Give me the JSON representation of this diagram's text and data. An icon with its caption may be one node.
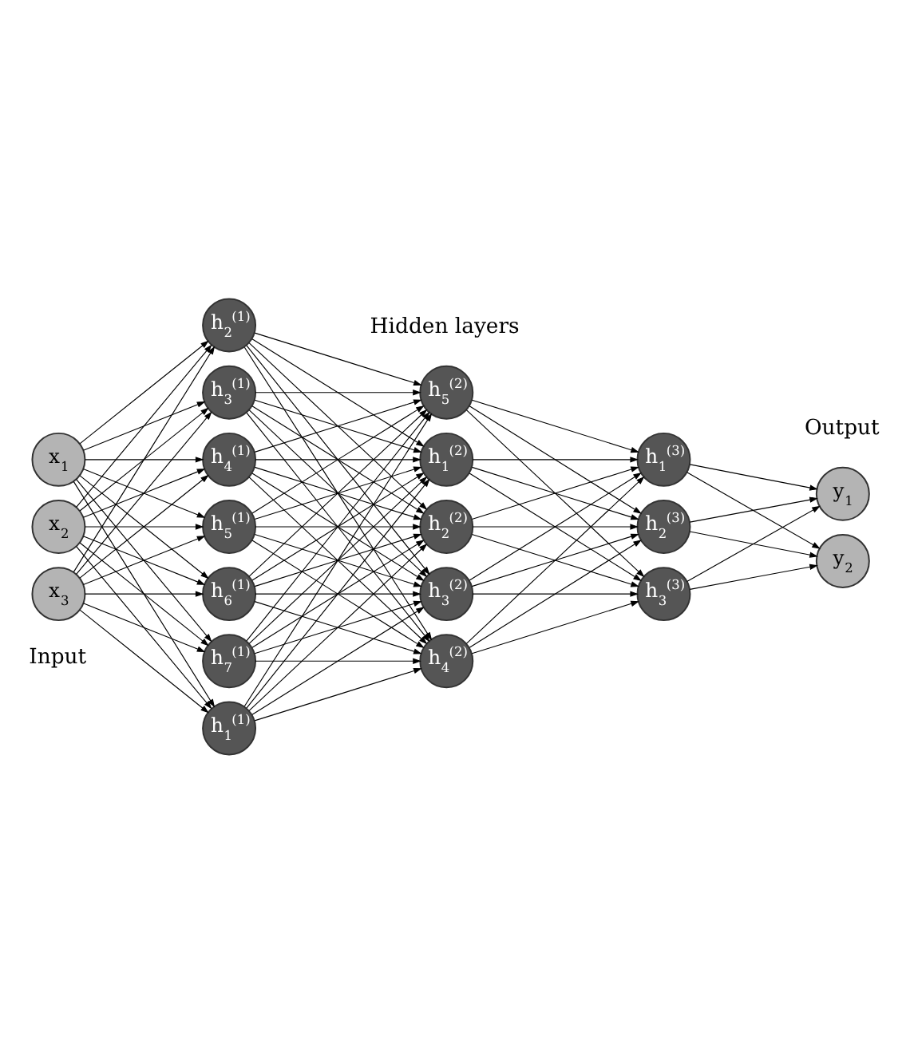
{
  "diagram": {
    "nodes": [
      {
        "text": [
          "x$_{1}$"
        ]
      },
      {
        "text": [
          "x$_{2}$"
        ]
      },
      {
        "text": [
          "x$_{3}$"
        ]
      },
      {
        "text": [
          "h$_{1}$$^{(1)}$"
        ]
      },
      {
        "text": [
          "h$_{2}$$^{(1)}$"
        ]
      },
      {
        "text": [
          "h$_{3}$$^{(1)}$"
        ]
      },
      {
        "text": [
          "h$_{4}$$^{(1)}$"
        ]
      },
      {
        "text": [
          "h$_{5}$$^{(1)}$"
        ]
      },
      {
        "text": [
          "h$_{6}$$^{(1)}$"
        ]
      },
      {
        "text": [
          "h$_{7}$$^{(1)}$"
        ]
      },
      {
        "text": [
          "h$_{1}$$^{(2)}$"
        ]
      },
      {
        "text": [
          "h$_{2}$$^{(2)}$"
        ]
      },
      {
        "text": [
          "h$_{3}$$^{(2)}$"
        ]
      },
      {
        "text": [
          "h$_{4}$$^{(2)}$"
        ]
      },
      {
        "text": [
          "h$_{5}$$^{(2)}$"
        ]
      },
      {
        "text": [
          "h$_{1}$$^{(3)}$"
        ]
      },
      {
        "text": [
          "h$_{2}$$^{(3)}$"
        ]
      },
      {
        "text": [
          "h$_{3}$$^{(3)}$"
        ]
      },
      {
        "text": [
          "y$_{1}$"
        ]
      },
      {
        "text": [
          "y$_{2}$"
        ]
      }
    ],
    "edges": [
      {
        "from": 0,
        "to": 3,
        "arrow": "to"
      },
      {
        "from": 0,
        "to": 4,
        "arrow": "to"
      },
      {
        "from": 0,
        "to": 5,
        "arrow": "to"
      },
      {
        "from": 0,
        "to": 6,
        "arrow": "to"
      },
      {
        "from": 0,
        "to": 7,
        "arrow": "to"
      },
      {
        "from": 0,
        "to": 8,
        "arrow": "to"
      },
      {
        "from": 0,
        "to": 9,
        "arrow": "to"
      },
      {
        "from": 1,
        "to": 3,
        "arrow": "to"
      },
      {
        "from": 1,
        "to": 4,
        "arrow": "to"
      },
      {
        "from": 1,
        "to": 5,
        "arrow": "to"
      },
      {
        "from": 1,
        "to": 6,
        "arrow": "to"
      },
      {
        "from": 1,
        "to": 7,
        "arrow": "to"
      },
      {
        "from": 1,
        "to": 8,
        "arrow": "to"
      },
      {
        "from": 1,
        "to": 9,
        "arrow": "to"
      },
      {
        "from": 2,
        "to": 3,
        "arrow": "to"
      },
      {
        "from": 2,
        "to": 4,
        "arrow": "to"
      },
      {
        "from": 2,
        "to": 5,
        "arrow": "to"
      },
      {
        "from": 2,
        "to": 6,
        "arrow": "to"
      },
      {
        "from": 2,
        "to": 7,
        "arrow": "to"
      },
      {
        "from": 2,
        "to": 8,
        "arrow": "to"
      },
      {
        "from": 2,
        "to": 9,
        "arrow": "to"
      },
      {
        "from": 3,
        "to": 10,
        "arrow": "to"
      },
      {
        "from": 3,
        "to": 11,
        "arrow": "to"
      },
      {
        "from": 3,
        "to": 12,
        "arrow": "to"
      },
      {
        "from": 3,
        "to": 13,
        "arrow": "to"
      },
      {
        "from": 3,
        "to": 14,
        "arrow": "to"
      },
      {
        "from": 4,
        "to": 10,
        "arrow": "to"
      },
      {
        "from": 4,
        "to": 11,
        "arrow": "to"
      },
      {
        "from": 4,
        "to": 12,
        "arrow": "to"
      },
      {
        "from": 4,
        "to": 13,
        "arrow": "to"
      },
      {
        "from": 4,
        "to": 14,
        "arrow": "to"
      },
      {
        "from": 5,
        "to": 10,
        "arrow": "to"
      },
      {
        "from": 5,
        "to": 11,
        "arrow": "to"
      },
      {
        "from": 5,
        "to": 12,
        "arrow": "to"
      },
      {
        "from": 5,
        "to": 13,
        "arrow": "to"
      },
      {
        "from": 5,
        "to": 14,
        "arrow": "to"
      },
      {
        "from": 6,
        "to": 10,
        "arrow": "to"
      },
      {
        "from": 6,
        "to": 11,
        "arrow": "to"
      },
      {
        "from": 6,
        "to": 12,
        "arrow": "to"
      },
      {
        "from": 6,
        "to": 13,
        "arrow": "to"
      },
      {
        "from": 6,
        "to": 14,
        "arrow": "to"
      },
      {
        "from": 7,
        "to": 10,
        "arrow": "to"
      },
      {
        "from": 7,
        "to": 11,
        "arrow": "to"
      },
      {
        "from": 7,
        "to": 12,
        "arrow": "to"
      },
      {
        "from": 7,
        "to": 13,
        "arrow": "to"
      },
      {
        "from": 7,
        "to": 14,
        "arrow": "to"
      },
      {
        "from": 8,
        "to": 10,
        "arrow": "to"
      },
      {
        "from": 8,
        "to": 11,
        "arrow": "to"
      },
      {
        "from": 8,
        "to": 12,
        "arrow": "to"
      },
      {
        "from": 8,
        "to": 13,
        "arrow": "to"
      },
      {
        "from": 8,
        "to": 14,
        "arrow": "to"
      },
      {
        "from": 9,
        "to": 10,
        "arrow": "to"
      },
      {
        "from": 9,
        "to": 11,
        "arrow": "to"
      },
      {
        "from": 9,
        "to": 12,
        "arrow": "to"
      },
      {
        "from": 9,
        "to": 13,
        "arrow": "to"
      },
      {
        "from": 9,
        "to": 14,
        "arrow": "to"
      },
      {
        "from": 10,
        "to": 15,
        "arrow": "to"
      },
      {
        "from": 10,
        "to": 16,
        "arrow": "to"
      },
      {
        "from": 10,
        "to": 17,
        "arrow": "to"
      },
      {
        "from": 11,
        "to": 15,
        "arrow": "to"
      },
      {
        "from": 11,
        "to": 16,
        "arrow": "to"
      },
      {
        "from": 11,
        "to": 17,
        "arrow": "to"
      },
      {
        "from": 12,
        "to": 15,
        "arrow": "to"
      },
      {
        "from": 12,
        "to": 16,
        "arrow": "to"
      },
      {
        "from": 12,
        "to": 17,
        "arrow": "to"
      },
      {
        "from": 13,
        "to": 15,
        "arrow": "to"
      },
      {
        "from": 13,
        "to": 16,
        "arrow": "to"
      },
      {
        "from": 13,
        "to": 17,
        "arrow": "to"
      },
      {
        "from": 14,
        "to": 15,
        "arrow": "to"
      },
      {
        "from": 14,
        "to": 16,
        "arrow": "to"
      },
      {
        "from": 14,
        "to": 17,
        "arrow": "to"
      },
      {
        "from": 15,
        "to": 18,
        "arrow": "to"
      },
      {
        "from": 15,
        "to": 19,
        "arrow": "to"
      },
      {
        "from": 16,
        "to": 18,
        "arrow": "to"
      },
      {
        "from": 16,
        "to": 19,
        "arrow": "to"
      },
      {
        "from": 17,
        "to": 18,
        "arrow": "to"
      },
      {
        "from": 17,
        "to": 19,
        "arrow": "to"
      }
    ],
    "labels": [
      "Hidden layers",
      "Input",
      "Output"
    ]
  }
}
